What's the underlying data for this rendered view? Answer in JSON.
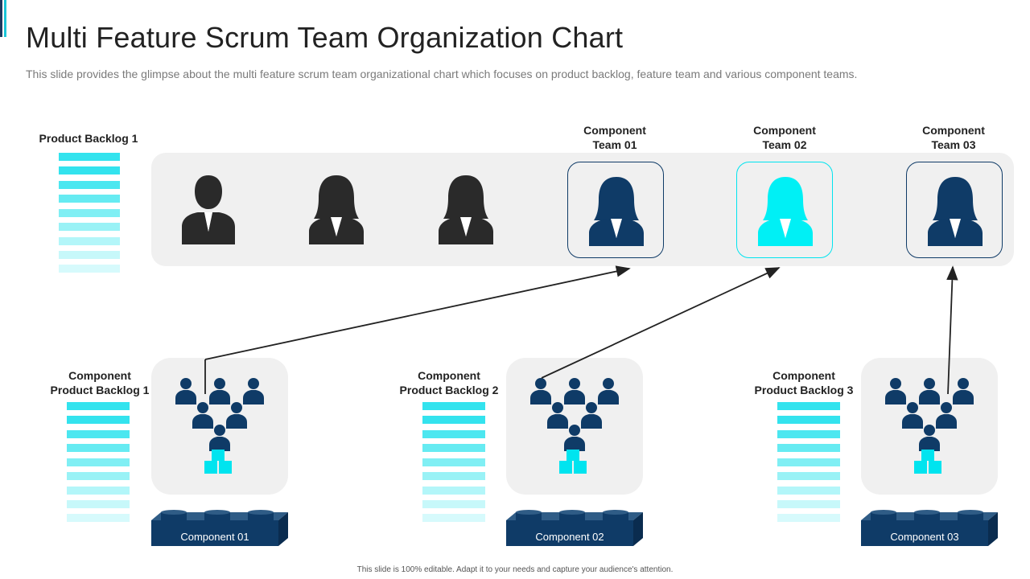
{
  "header": {
    "title": "Multi Feature Scrum Team Organization Chart",
    "subtitle": "This slide provides the glimpse about the multi feature scrum team organizational chart which focuses on product backlog, feature team and various component teams."
  },
  "product_backlog": {
    "label": "Product Backlog 1"
  },
  "teams": [
    {
      "line1": "Component",
      "line2": "Team 01"
    },
    {
      "line1": "Component",
      "line2": "Team 02"
    },
    {
      "line1": "Component",
      "line2": "Team 03"
    }
  ],
  "components": [
    {
      "backlog_line1": "Component",
      "backlog_line2": "Product Backlog 1",
      "label": "Component  01"
    },
    {
      "backlog_line1": "Component",
      "backlog_line2": "Product Backlog 2",
      "label": "Component  02"
    },
    {
      "backlog_line1": "Component",
      "backlog_line2": "Product Backlog 3",
      "label": "Component  03"
    }
  ],
  "footer": {
    "text": "This slide is 100% editable. Adapt it to your needs and capture your audience's attention."
  },
  "colors": {
    "navy": "#0f3b67",
    "cyan": "#00f0f5",
    "dark": "#2a2a2a",
    "panel": "#f0f0f0"
  }
}
